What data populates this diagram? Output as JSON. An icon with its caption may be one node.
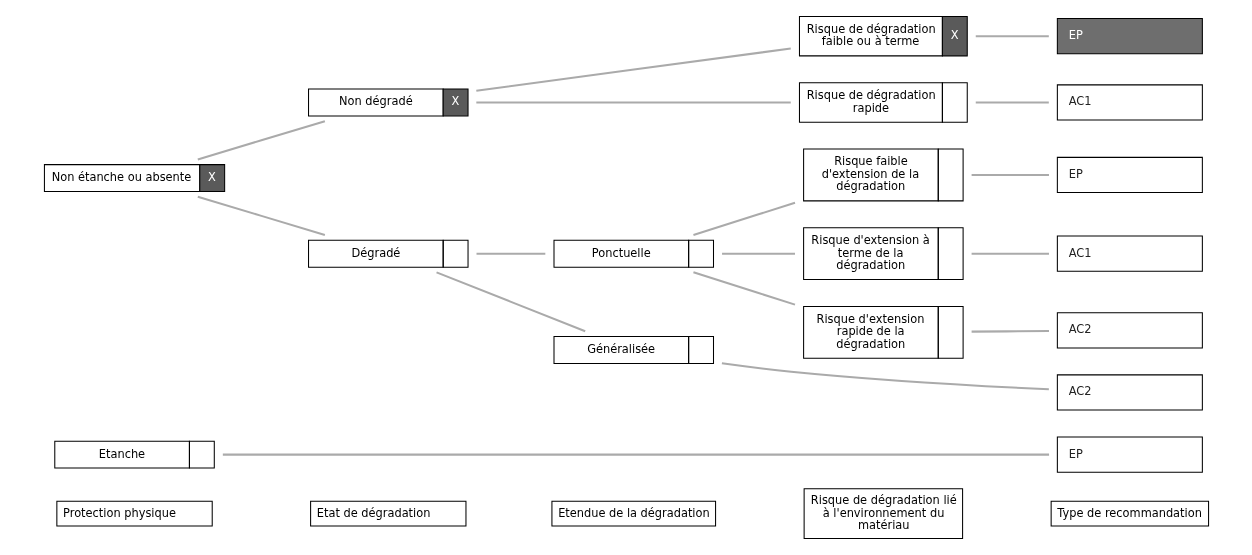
{
  "diagram": {
    "nodes": [
      {
        "text": [
          "Protection physique"
        ]
      },
      {
        "text": [
          "Etat de dégradation"
        ]
      },
      {
        "text": [
          "Etendue de la dégradation"
        ]
      },
      {
        "text": [
          "Risque de dégradation lié à l'environnement du matériau"
        ]
      },
      {
        "text": [
          "Type de recommandation"
        ]
      },
      {
        "text": [
          "Etanche"
        ]
      },
      {
        "text": [
          "EP"
        ]
      },
      {
        "text": [
          "Non étanche ou absente",
          "X"
        ]
      },
      {
        "text": [
          "Non dégradé",
          "X"
        ]
      },
      {
        "text": [
          "Dégradé"
        ]
      },
      {
        "text": [
          "Risque de dégradation faible ou à terme",
          "X"
        ]
      },
      {
        "text": [
          "Risque de dégradation rapide"
        ]
      },
      {
        "text": [
          "EP"
        ]
      },
      {
        "text": [
          "AC1"
        ]
      },
      {
        "text": [
          "Ponctuelle"
        ]
      },
      {
        "text": [
          "Généralisée"
        ]
      },
      {
        "text": [
          "Risque faible d'extension de la dégradation"
        ]
      },
      {
        "text": [
          "Risque d'extension à terme de la dégradation"
        ]
      },
      {
        "text": [
          "Risque d'extension rapide de la dégradation"
        ]
      },
      {
        "text": [
          "EP"
        ]
      },
      {
        "text": [
          "AC1"
        ]
      },
      {
        "text": [
          "AC2"
        ]
      },
      {
        "text": [
          "AC2"
        ]
      }
    ],
    "edges": [
      {
        "from": 5,
        "to": 6,
        "arrow": "none"
      },
      {
        "from": 7,
        "to": 8,
        "arrow": "none"
      },
      {
        "from": 7,
        "to": 9,
        "arrow": "none"
      },
      {
        "from": 8,
        "to": 10,
        "arrow": "none"
      },
      {
        "from": 8,
        "to": 11,
        "arrow": "none"
      },
      {
        "from": 10,
        "to": 12,
        "arrow": "none"
      },
      {
        "from": 11,
        "to": 13,
        "arrow": "none"
      },
      {
        "from": 9,
        "to": 14,
        "arrow": "none"
      },
      {
        "from": 9,
        "to": 15,
        "arrow": "none"
      },
      {
        "from": 14,
        "to": 16,
        "arrow": "none"
      },
      {
        "from": 14,
        "to": 17,
        "arrow": "none"
      },
      {
        "from": 14,
        "to": 18,
        "arrow": "none"
      },
      {
        "from": 16,
        "to": 19,
        "arrow": "none"
      },
      {
        "from": 17,
        "to": 20,
        "arrow": "none"
      },
      {
        "from": 18,
        "to": 21,
        "arrow": "none"
      },
      {
        "from": 15,
        "to": 22,
        "arrow": "none"
      }
    ]
  }
}
